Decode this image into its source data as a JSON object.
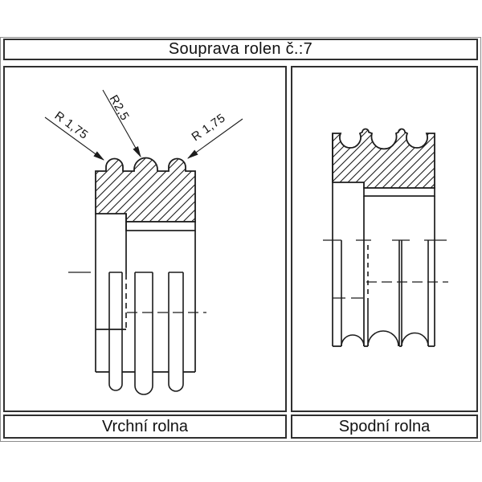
{
  "window": {
    "title": "Souprava rolen č.:7"
  },
  "panels": {
    "left": {
      "caption": "Vrchní rolna",
      "annotations": [
        {
          "label": "R 1,75"
        },
        {
          "label": "R2,5"
        },
        {
          "label": "R 1,75"
        }
      ]
    },
    "right": {
      "caption": "Spodní rolna"
    }
  },
  "colors": {
    "background": "#ffffff",
    "drawing_line": "#1c1c1c",
    "cell_border": "#2f2f2f",
    "outer_frame": "#8c8c8c",
    "text": "#111111"
  }
}
